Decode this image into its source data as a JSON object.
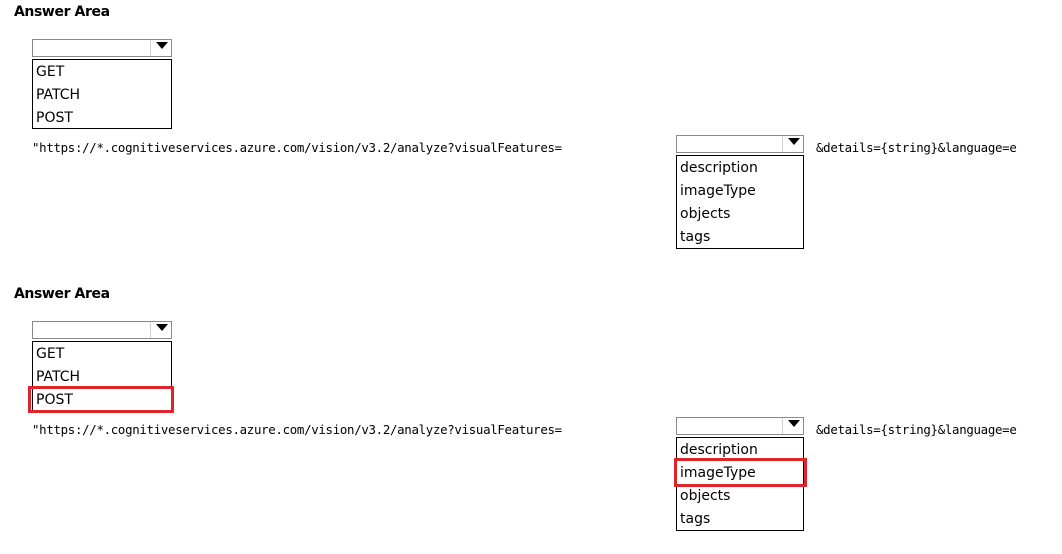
{
  "sections": [
    {
      "title": "Answer Area",
      "method_options": [
        "GET",
        "PATCH",
        "POST"
      ],
      "url_prefix": "\"https://*.cognitiveservices.azure.com/vision/v3.2/analyze?visualFeatures=",
      "url_suffix": "&details={string}&language=e",
      "feature_options": [
        "description",
        "imageType",
        "objects",
        "tags"
      ]
    },
    {
      "title": "Answer Area",
      "method_options": [
        "GET",
        "PATCH",
        "POST"
      ],
      "url_prefix": "\"https://*.cognitiveservices.azure.com/vision/v3.2/analyze?visualFeatures=",
      "url_suffix": "&details={string}&language=e",
      "feature_options": [
        "description",
        "imageType",
        "objects",
        "tags"
      ],
      "selected_method": "POST",
      "selected_feature": "imageType"
    }
  ],
  "colors": {
    "highlight": "#e0242b"
  }
}
